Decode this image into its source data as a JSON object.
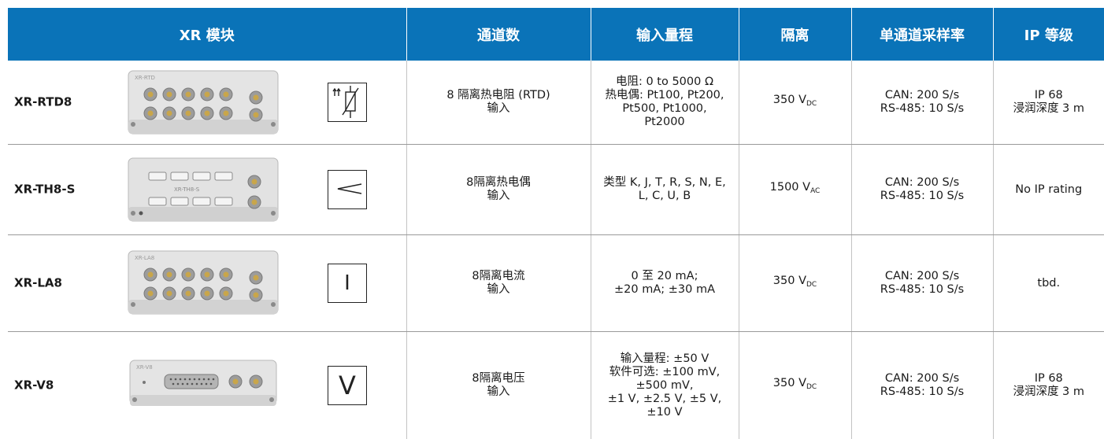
{
  "headers": {
    "module": "XR 模块",
    "channels": "通道数",
    "input_range": "输入量程",
    "isolation": "隔离",
    "sample_rate": "单通道采样率",
    "ip": "IP 等级"
  },
  "rows": [
    {
      "model": "XR-RTD8",
      "device_label": "XR-RTD",
      "symbol_icon": "rtd-resistor-icon",
      "channels": [
        "8 隔离热电阻 (RTD)",
        "输入"
      ],
      "input_range": [
        "电阻: 0 to 5000 Ω",
        "热电偶: Pt100, Pt200,",
        "Pt500, Pt1000,",
        "Pt2000"
      ],
      "isolation_value": "350 V",
      "isolation_sub": "DC",
      "sample_rate": [
        "CAN: 200 S/s",
        "RS-485: 10 S/s"
      ],
      "ip": [
        "IP 68",
        "浸润深度 3 m"
      ]
    },
    {
      "model": "XR-TH8-S",
      "device_label": "XR-TH8-S",
      "symbol_icon": "thermocouple-icon",
      "channels": [
        "8隔离热电偶",
        "输入"
      ],
      "input_range": [
        "类型 K, J, T, R, S, N, E,",
        "L, C, U, B"
      ],
      "isolation_value": "1500 V",
      "isolation_sub": "AC",
      "sample_rate": [
        "CAN: 200 S/s",
        "RS-485: 10 S/s"
      ],
      "ip": [
        "No IP rating"
      ]
    },
    {
      "model": "XR-LA8",
      "device_label": "XR-LA8",
      "symbol_icon": "current-I-icon",
      "symbol_glyph": "I",
      "channels": [
        "8隔离电流",
        "输入"
      ],
      "input_range": [
        "0 至 20 mA;",
        "±20 mA; ±30 mA"
      ],
      "isolation_value": "350 V",
      "isolation_sub": "DC",
      "sample_rate": [
        "CAN: 200 S/s",
        "RS-485: 10 S/s"
      ],
      "ip": [
        "tbd."
      ]
    },
    {
      "model": "XR-V8",
      "device_label": "XR-V8",
      "symbol_icon": "voltage-V-icon",
      "symbol_glyph": "V",
      "channels": [
        "8隔离电压",
        "输入"
      ],
      "input_range": [
        "输入量程: ±50 V",
        "软件可选: ±100 mV,",
        "±500 mV,",
        "±1 V, ±2.5 V, ±5 V,",
        "±10 V"
      ],
      "isolation_value": "350 V",
      "isolation_sub": "DC",
      "sample_rate": [
        "CAN: 200 S/s",
        "RS-485: 10 S/s"
      ],
      "ip": [
        "IP 68",
        "浸润深度 3 m"
      ]
    }
  ]
}
